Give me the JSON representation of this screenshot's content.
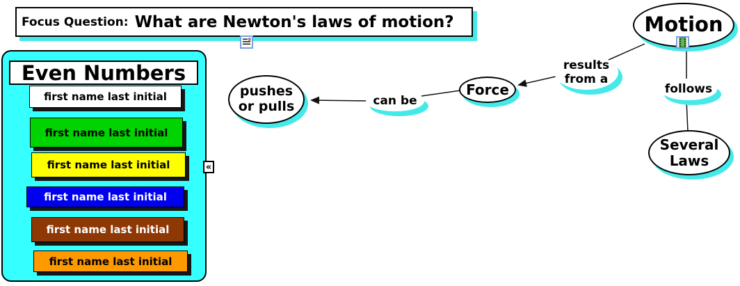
{
  "focus_question": {
    "prefix": "Focus Question:",
    "text": "What are Newton's laws of motion?"
  },
  "panel": {
    "title": "Even Numbers",
    "collapse_glyph": "«",
    "items": [
      {
        "label": "first name last initial",
        "bg": "#ffffff",
        "fg": "#000000"
      },
      {
        "label": "first name last initial",
        "bg": "#00d400",
        "fg": "#000000"
      },
      {
        "label": "first name last initial",
        "bg": "#ffff00",
        "fg": "#000000"
      },
      {
        "label": "first name last initial",
        "bg": "#0000ee",
        "fg": "#ffffff"
      },
      {
        "label": "first name last initial",
        "bg": "#8e3905",
        "fg": "#ffffff"
      },
      {
        "label": "first name last initial",
        "bg": "#ff9900",
        "fg": "#000000"
      }
    ]
  },
  "diagram": {
    "nodes": {
      "motion": {
        "label": "Motion",
        "icon": "video-icon"
      },
      "force": {
        "label": "Force"
      },
      "pushes": {
        "line1": "pushes",
        "line2": "or pulls"
      },
      "several": {
        "line1": "Several",
        "line2": "Laws"
      }
    },
    "links": {
      "results": {
        "line1": "results",
        "line2": "from a"
      },
      "can_be": {
        "label": "can be"
      },
      "follows": {
        "label": "follows"
      }
    }
  },
  "icons": {
    "focus_note": "note-icon",
    "motion_media": "video-icon"
  },
  "colors": {
    "shadow_cyan": "#45e9e9",
    "panel_cyan": "#35ffff",
    "row_shadow": "#161616"
  }
}
